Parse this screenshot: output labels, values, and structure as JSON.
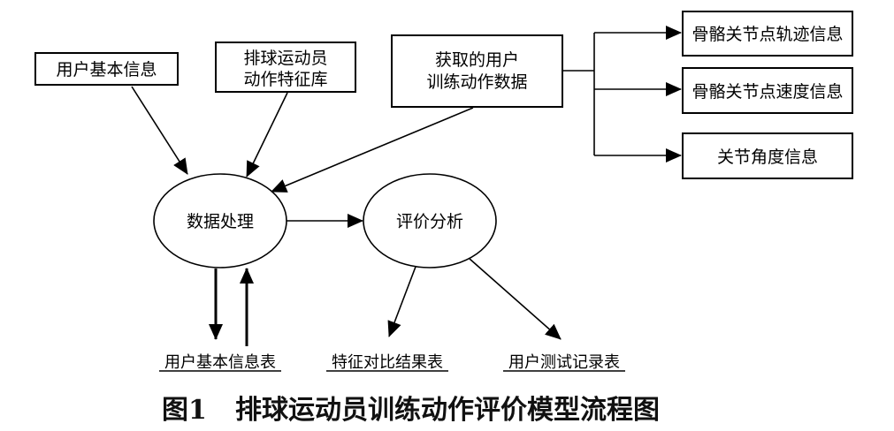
{
  "nodes": {
    "user_info": "用户基本信息",
    "athlete_lib_line1": "排球运动员",
    "athlete_lib_line2": "动作特征库",
    "acquired_line1": "获取的用户",
    "acquired_line2": "训练动作数据",
    "skeleton_track": "骨骼关节点轨迹信息",
    "skeleton_speed": "骨骼关节点速度信息",
    "joint_angle": "关节角度信息",
    "data_processing": "数据处理",
    "evaluation": "评价分析"
  },
  "stores": {
    "user_info_table": "用户基本信息表",
    "feature_compare_table": "特征对比结果表",
    "test_record_table": "用户测试记录表"
  },
  "caption": {
    "figure": "图1",
    "title": "排球运动员训练动作评价模型流程图"
  }
}
